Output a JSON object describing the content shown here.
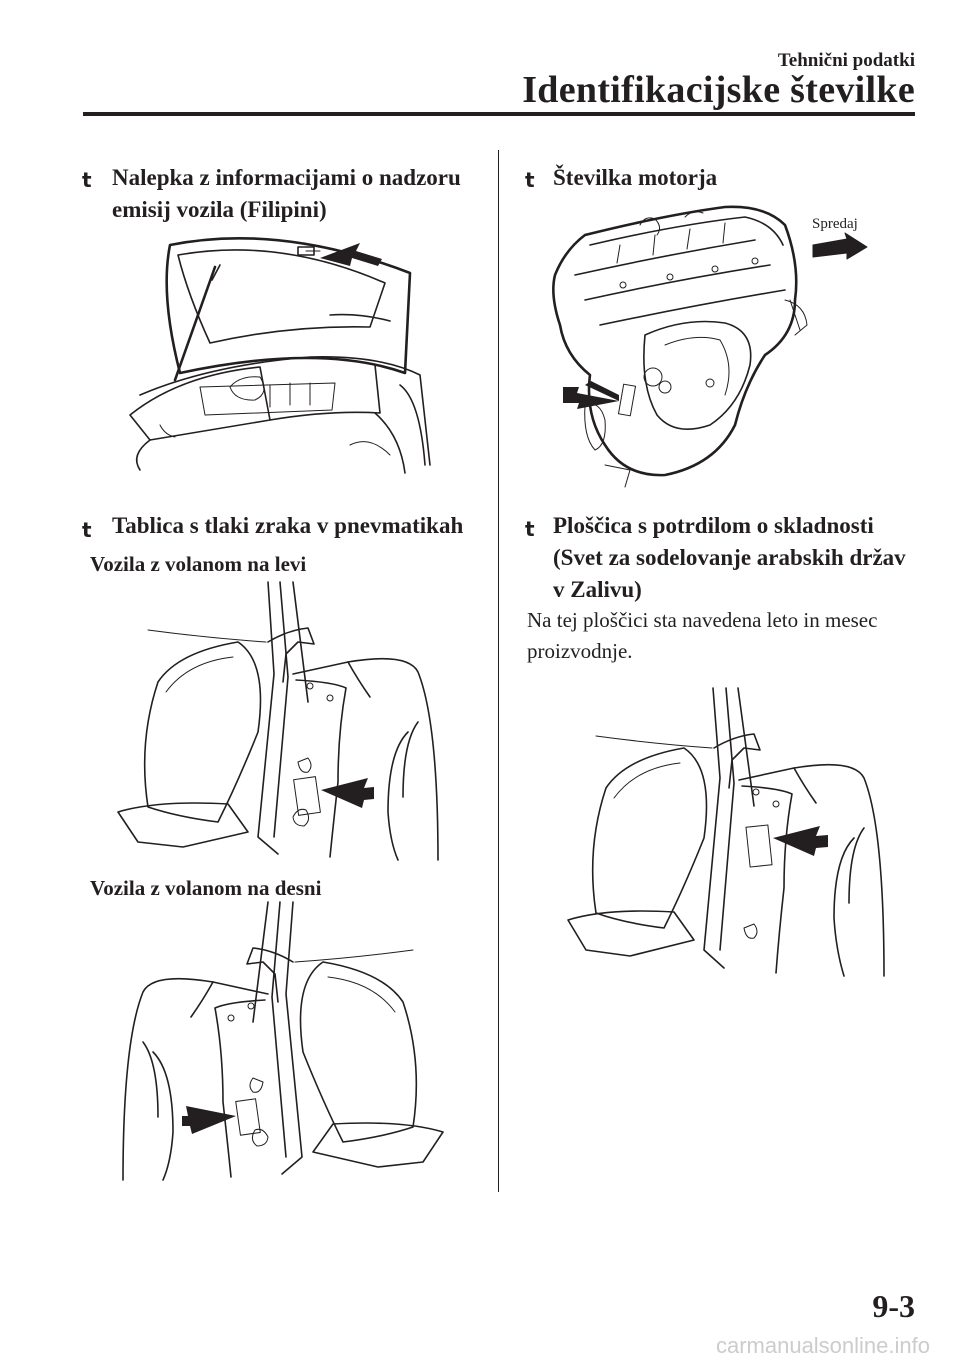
{
  "header": {
    "section": "Tehnični podatki",
    "title": "Identifikacijske številke"
  },
  "left_column": {
    "item1": {
      "bullet": "t",
      "heading_line1": "Nalepka z informacijami o nadzoru",
      "heading_line2": "emisij vozila (Filipini)"
    },
    "item2": {
      "bullet": "t",
      "heading": "Tablica s tlaki zraka v pnevmatikah",
      "sub_left": "Vozila z volanom na levi",
      "sub_right": "Vozila z volanom na desni"
    }
  },
  "right_column": {
    "item3": {
      "bullet": "t",
      "heading": "Številka motorja",
      "front_label": "Spredaj"
    },
    "item4": {
      "bullet": "t",
      "heading_line1": "Ploščica s potrdilom o skladnosti",
      "heading_line2": "(Svet za sodelovanje arabskih držav",
      "heading_line3": "v Zalivu)",
      "body_line1": "Na tej ploščici sta navedena leto in mesec",
      "body_line2": "proizvodnje."
    }
  },
  "footer": {
    "page_number": "9-3",
    "watermark": "carmanualsonline.info"
  }
}
